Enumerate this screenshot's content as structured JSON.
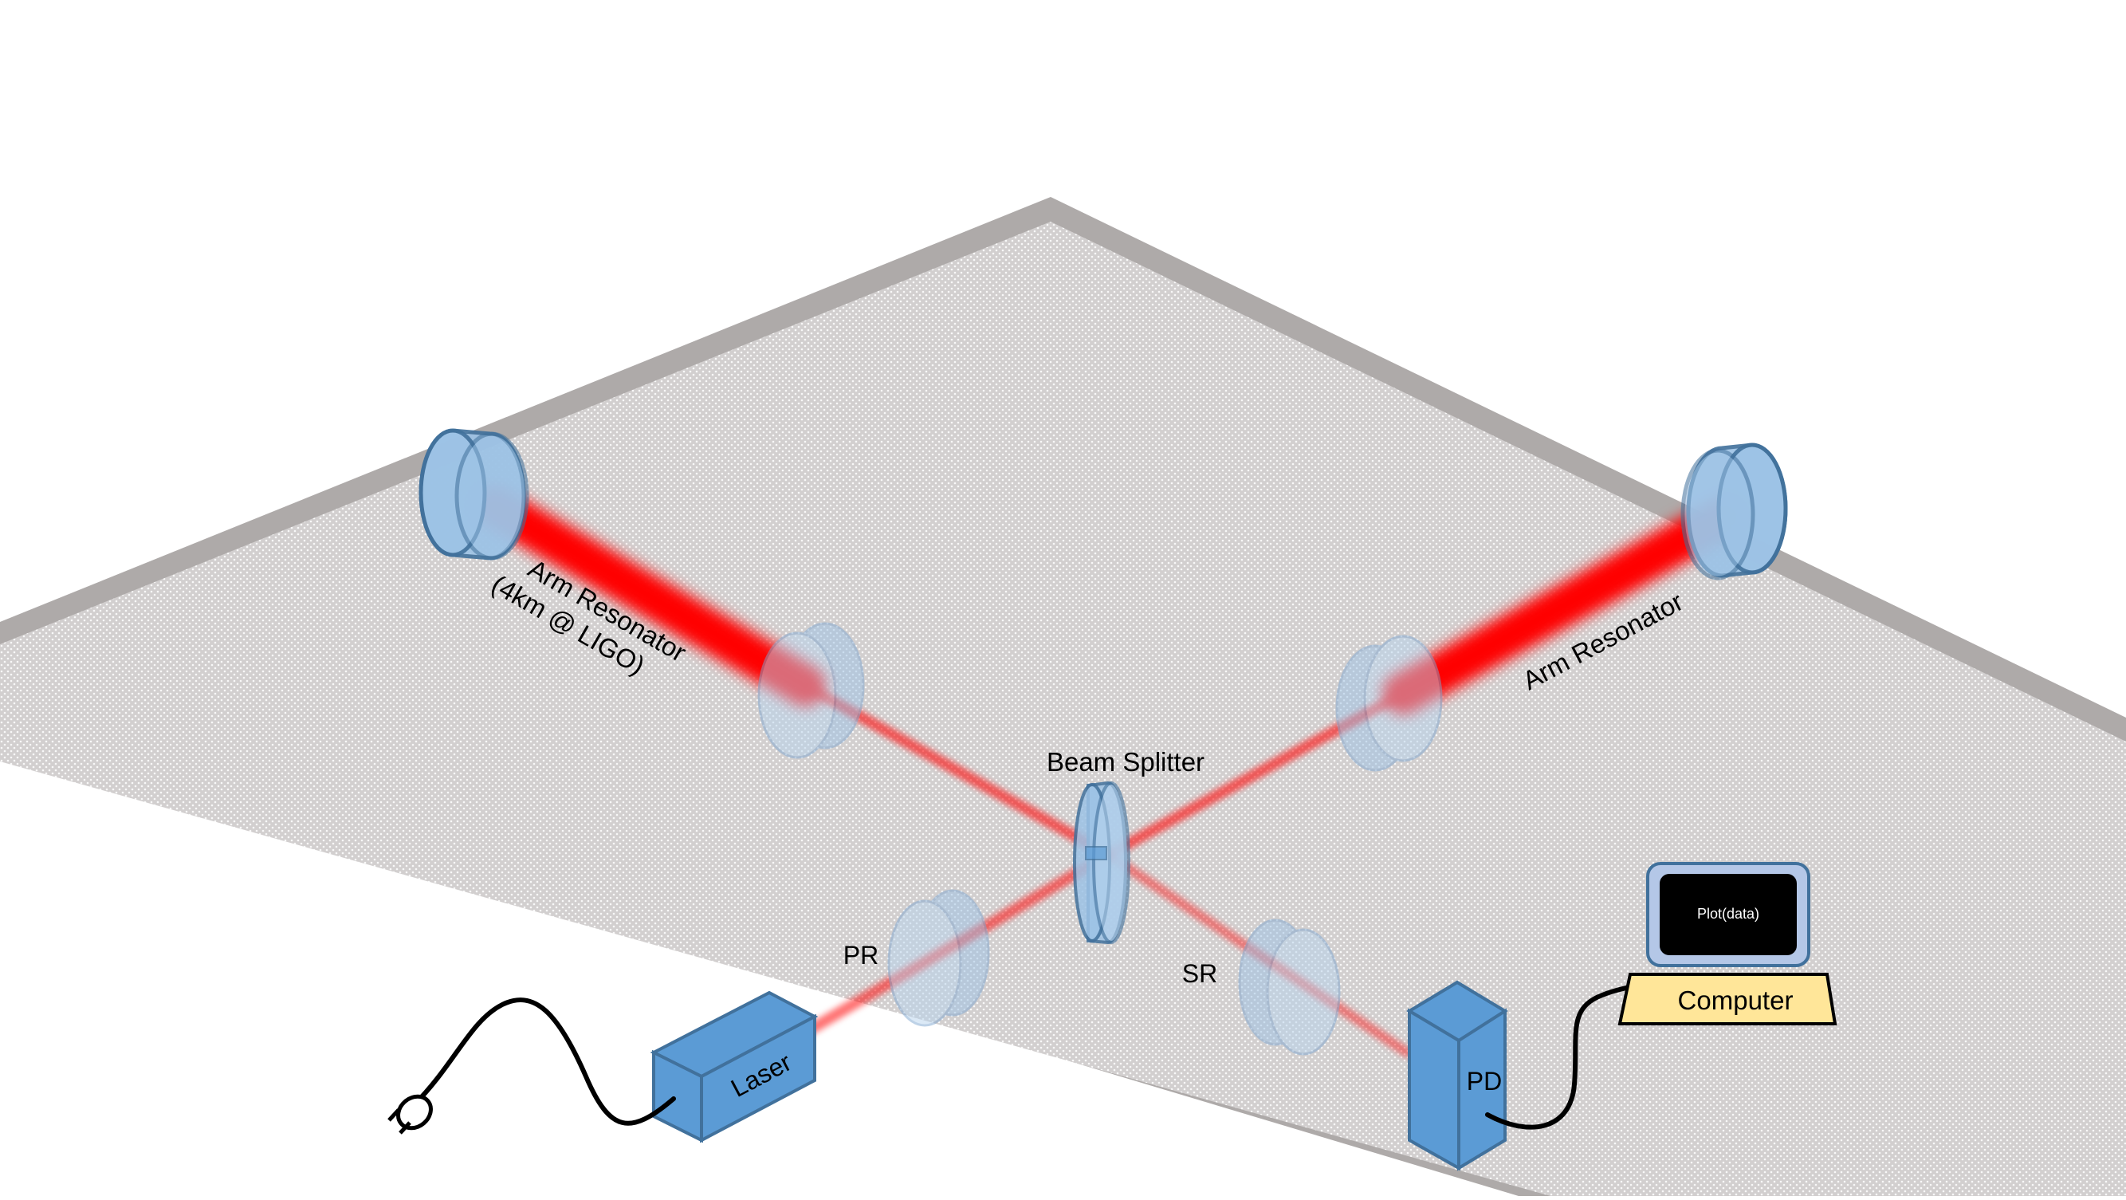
{
  "labels": {
    "arm_left_line1": "Arm Resonator",
    "arm_left_line2": "(4km @ LIGO)",
    "arm_right": "Arm Resonator",
    "beam_splitter": "Beam Splitter",
    "power_recycling": "PR",
    "signal_recycling": "SR",
    "laser": "Laser",
    "photodetector": "PD",
    "computer": "Computer",
    "screen_text": "Plot(data)"
  },
  "colors": {
    "table_border": "#aeaaa9",
    "table_surface": "#cfcccc",
    "component_fill": "#5b9bd5",
    "component_stroke": "#41719c",
    "optic_fill": "#9dc3e6",
    "beam": "#ff0000",
    "computer_body": "#ffe699",
    "screen": "#000000"
  }
}
